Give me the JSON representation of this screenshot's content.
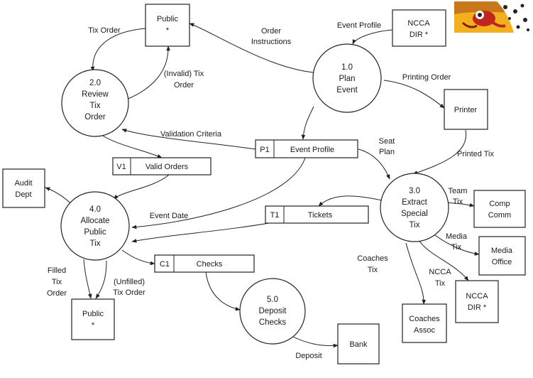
{
  "processes": {
    "p1": {
      "num": "1.0",
      "l1": "Plan",
      "l2": "Event"
    },
    "p2": {
      "num": "2.0",
      "l1": "Review",
      "l2": "Tix",
      "l3": "Order"
    },
    "p3": {
      "num": "3.0",
      "l1": "Extract",
      "l2": "Special",
      "l3": "Tix"
    },
    "p4": {
      "num": "4.0",
      "l1": "Allocate",
      "l2": "Public",
      "l3": "Tix"
    },
    "p5": {
      "num": "5.0",
      "l1": "Deposit",
      "l2": "Checks"
    }
  },
  "entities": {
    "public_top": {
      "l1": "Public",
      "l2": "*"
    },
    "ncca_top": {
      "l1": "NCCA",
      "l2": "DIR *"
    },
    "printer": {
      "l1": "Printer"
    },
    "audit": {
      "l1": "Audit",
      "l2": "Dept"
    },
    "comp_comm": {
      "l1": "Comp",
      "l2": "Comm"
    },
    "media_office": {
      "l1": "Media",
      "l2": "Office"
    },
    "ncca_bottom": {
      "l1": "NCCA",
      "l2": "DIR *"
    },
    "coaches_assoc": {
      "l1": "Coaches",
      "l2": "Assoc"
    },
    "public_bottom": {
      "l1": "Public",
      "l2": "*"
    },
    "bank": {
      "l1": "Bank"
    }
  },
  "stores": {
    "event_profile": {
      "id": "P1",
      "name": "Event Profile"
    },
    "valid_orders": {
      "id": "V1",
      "name": "Valid Orders"
    },
    "tickets": {
      "id": "T1",
      "name": "Tickets"
    },
    "checks": {
      "id": "C1",
      "name": "Checks"
    }
  },
  "flows": {
    "tix_order": "Tix Order",
    "order_instr_1": "Order",
    "order_instr_2": "Instructions",
    "event_profile_in": "Event Profile",
    "invalid_1": "(Invalid) Tix",
    "invalid_2": "Order",
    "printing_order": "Printing Order",
    "validation_criteria": "Validation Criteria",
    "seat_1": "Seat",
    "seat_2": "Plan",
    "printed_tix": "Printed Tix",
    "team_1": "Team",
    "team_2": "Tix",
    "event_date": "Event Date",
    "media_1": "Media",
    "media_2": "Tix",
    "coaches_1": "Coaches",
    "coaches_2": "Tix",
    "ncca_1": "NCCA",
    "ncca_2": "Tix",
    "filled_1": "Filled",
    "filled_2": "Tix",
    "filled_3": "Order",
    "unfilled_1": "(Unfilled)",
    "unfilled_2": "Tix Order",
    "deposit": "Deposit"
  }
}
